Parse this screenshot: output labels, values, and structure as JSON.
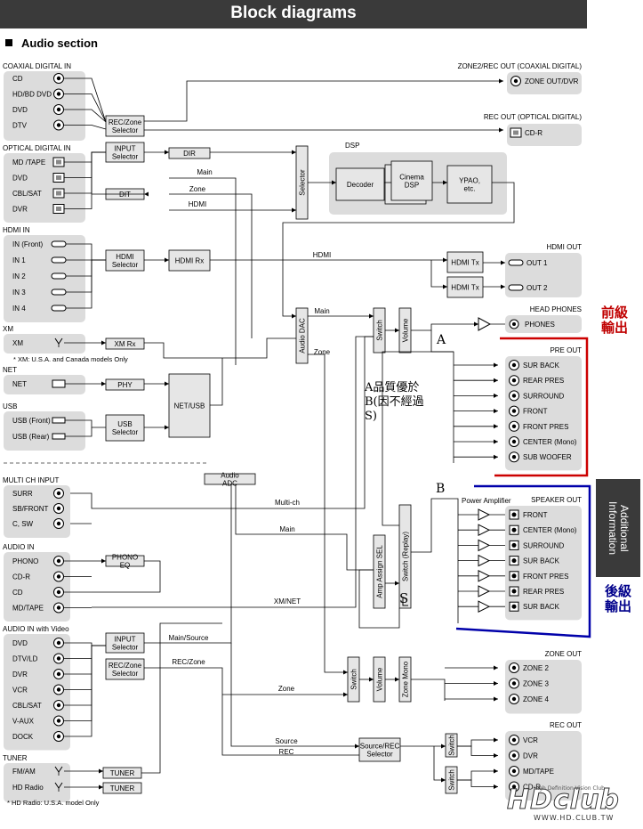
{
  "header": {
    "title": "Block diagrams"
  },
  "section": {
    "title": "Audio section"
  },
  "side_tab": {
    "label": "Additional Information"
  },
  "groups": {
    "coaxial_in": "COAXIAL DIGITAL IN",
    "optical_in": "OPTICAL DIGITAL IN",
    "hdmi_in": "HDMI IN",
    "xm": "XM",
    "net": "NET",
    "usb": "USB",
    "multi_ch": "MULTI CH INPUT",
    "audio_in": "AUDIO IN",
    "audio_in_video": "AUDIO IN with Video",
    "tuner": "TUNER",
    "zone2_coax_out": "ZONE2/REC OUT (COAXIAL DIGITAL)",
    "rec_out_optical": "REC OUT (OPTICAL DIGITAL)",
    "dsp": "DSP",
    "hdmi_out": "HDMI OUT",
    "head_phones": "HEAD PHONES",
    "pre_out": "PRE OUT",
    "speaker_out": "SPEAKER OUT",
    "power_amp": "Power Amplifier",
    "zone_out": "ZONE OUT",
    "rec_out": "REC OUT"
  },
  "inputs": {
    "coaxial": [
      "CD",
      "HD/BD DVD",
      "DVD",
      "DTV"
    ],
    "optical": [
      "MD /TAPE",
      "DVD",
      "CBL/SAT",
      "DVR"
    ],
    "hdmi": [
      "IN (Front)",
      "IN 1",
      "IN 2",
      "IN 3",
      "IN 4"
    ],
    "xm": [
      "XM"
    ],
    "net": [
      "NET"
    ],
    "usb": [
      "USB (Front)",
      "USB (Rear)"
    ],
    "multi_ch": [
      "SURR",
      "SB/FRONT",
      "C, SW"
    ],
    "audio": [
      "PHONO",
      "CD-R",
      "CD",
      "MD/TAPE"
    ],
    "audio_video": [
      "DVD",
      "DTV/LD",
      "DVR",
      "VCR",
      "CBL/SAT",
      "V-AUX",
      "DOCK"
    ],
    "tuner": [
      "FM/AM",
      "HD Radio"
    ]
  },
  "outputs": {
    "zone_out_dvr": "ZONE OUT/DVR",
    "cd_r": "CD-R",
    "hdmi": [
      "OUT 1",
      "OUT 2"
    ],
    "phones": "PHONES",
    "pre_out": [
      "SUR BACK",
      "REAR PRES",
      "SURROUND",
      "FRONT",
      "FRONT PRES",
      "CENTER (Mono)",
      "SUB WOOFER"
    ],
    "speaker_out": [
      "FRONT",
      "CENTER (Mono)",
      "SURROUND",
      "SUR BACK",
      "FRONT PRES",
      "REAR PRES",
      "SUR BACK"
    ],
    "zone": [
      "ZONE 2",
      "ZONE 3",
      "ZONE 4"
    ],
    "rec": [
      "VCR",
      "DVR",
      "MD/TAPE",
      "CD-R"
    ]
  },
  "blocks": {
    "rec_zone_selector": "REC/Zone Selector",
    "input_selector": "INPUT Selector",
    "dir": "DIR",
    "dit": "DIT",
    "hdmi_selector": "HDMI Selector",
    "hdmi_rx": "HDMI Rx",
    "xm_rx": "XM Rx",
    "phy": "PHY",
    "net_usb": "NET/USB",
    "usb_selector": "USB Selector",
    "selector": "Selector",
    "decoder": "Decoder",
    "cinema_dsp": "Cinema DSP",
    "ypao": "YPAO, etc.",
    "hdmi_tx": "HDMI Tx",
    "audio_dac": "Audio DAC",
    "switch": "Switch",
    "volume": "Volume",
    "audio_adc": "Audio ADC",
    "phono_eq": "PHONO EQ",
    "amp_assign_sel": "Amp Assign SEL",
    "switch_replay": "Switch (Replay)",
    "zone_mono": "Zone Mono",
    "source_rec_selector": "Source/REC Selector",
    "tuner": "TUNER"
  },
  "signals": {
    "main": "Main",
    "zone": "Zone",
    "hdmi": "HDMI",
    "multi_ch": "Multi-ch",
    "xm_net": "XM/NET",
    "main_source": "Main/Source",
    "rec_zone": "REC/Zone",
    "source": "Source",
    "rec": "REC"
  },
  "footnotes": {
    "xm": "* XM: U.S.A. and Canada models Only",
    "hd_radio": "* HD Radio: U.S.A. model Only"
  },
  "annotations": {
    "pre_out_note": "前級輸出",
    "amp_out_note": "後級輸出",
    "quality_note": "A品質優於B(因不經過S)",
    "point_a": "A",
    "point_b": "B",
    "point_s": "S"
  },
  "watermark": {
    "logo": "HDclub",
    "tagline": "High Definition Vision Club",
    "url": "WWW.HD.CLUB.TW"
  },
  "colors": {
    "panel": "#dcdcdc",
    "block": "#e6e6e6",
    "header": "#3a3a3a",
    "red": "#cc0000",
    "blue": "#0000aa"
  }
}
